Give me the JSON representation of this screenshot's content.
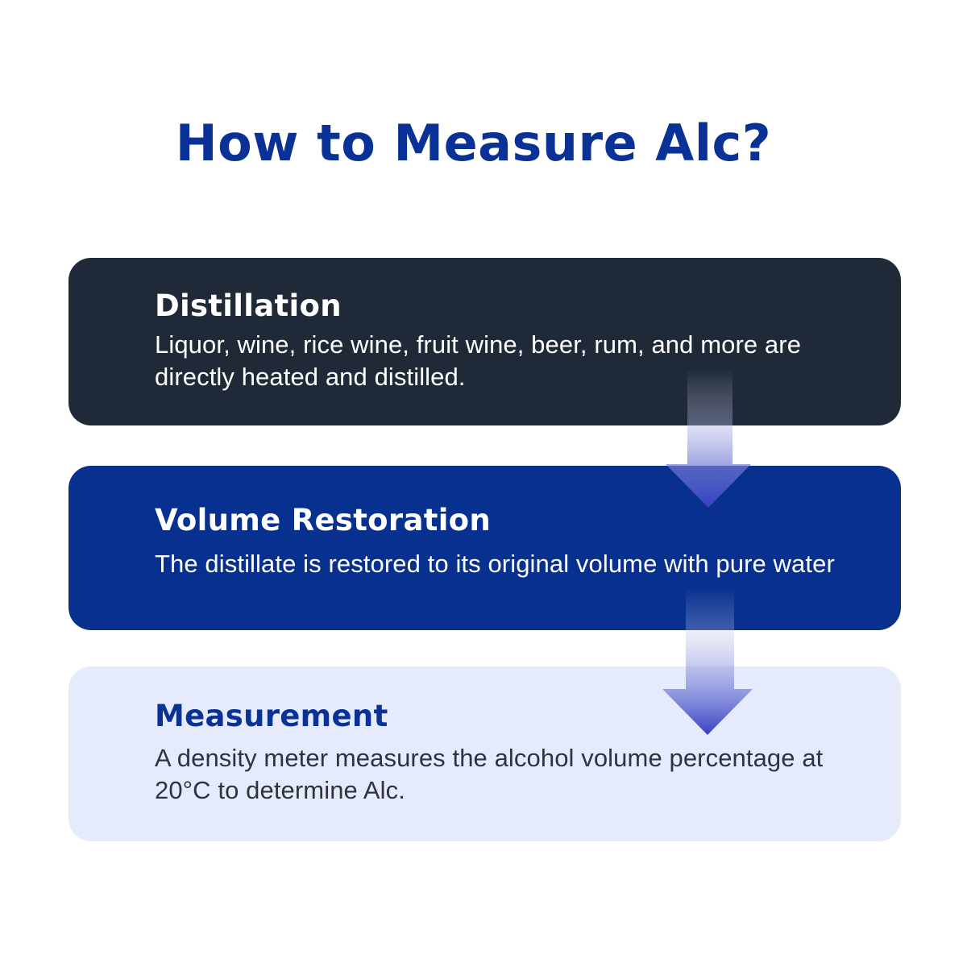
{
  "title": "How to Measure Alc?",
  "colors": {
    "title": "#0a3196",
    "card_dark_bg": "#1f2937",
    "card_dark_text": "#ffffff",
    "card_blue_bg": "#07308f",
    "card_blue_text": "#ffffff",
    "card_light_bg": "#e6ebfb",
    "card_light_title": "#0a3196",
    "card_light_text": "#2f3340",
    "arrow_top": "#ffffff",
    "arrow_bottom": "#3641c2"
  },
  "steps": [
    {
      "title": "Distillation",
      "description_lines": [
        "Liquor, wine, rice wine, fruit wine, beer, rum, and more are",
        "directly heated and distilled."
      ]
    },
    {
      "title": "Volume Restoration",
      "description_lines": [
        "The distillate is restored to its original volume with pure water"
      ]
    },
    {
      "title": "Measurement",
      "description_lines": [
        "A density meter measures the alcohol volume percentage at",
        "20°C to determine Alc."
      ]
    }
  ],
  "arrows": [
    {
      "icon": "arrow-down-icon"
    },
    {
      "icon": "arrow-down-icon"
    }
  ]
}
